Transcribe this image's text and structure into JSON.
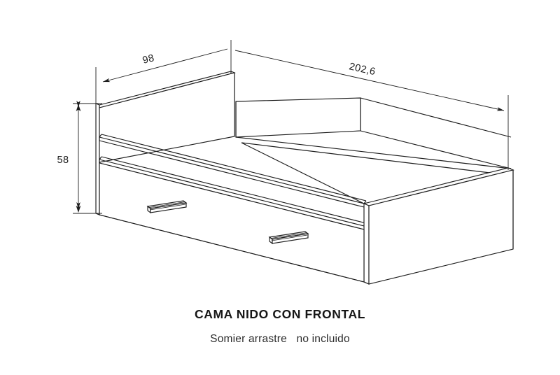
{
  "document": {
    "type": "technical-drawing",
    "subject": "CAMA NIDO CON FRONTAL",
    "units_note": "cm",
    "background_color": "#ffffff",
    "line_color": "#1d1d1d"
  },
  "caption": {
    "title": "CAMA NIDO CON FRONTAL",
    "subtitle": "Somier arrastre   no incluido"
  },
  "dimensions": {
    "width_label": "98",
    "length_label": "202,6",
    "height_label": "58"
  },
  "parts": {
    "headboard": "headboard-panel",
    "footboard": "footboard-panel",
    "side_rail": "side-rail",
    "back_rail": "back-rail",
    "trundle_drawer": "trundle-drawer-front",
    "handle_upper": "drawer-handle-upper",
    "handle_lower": "drawer-handle-lower"
  }
}
